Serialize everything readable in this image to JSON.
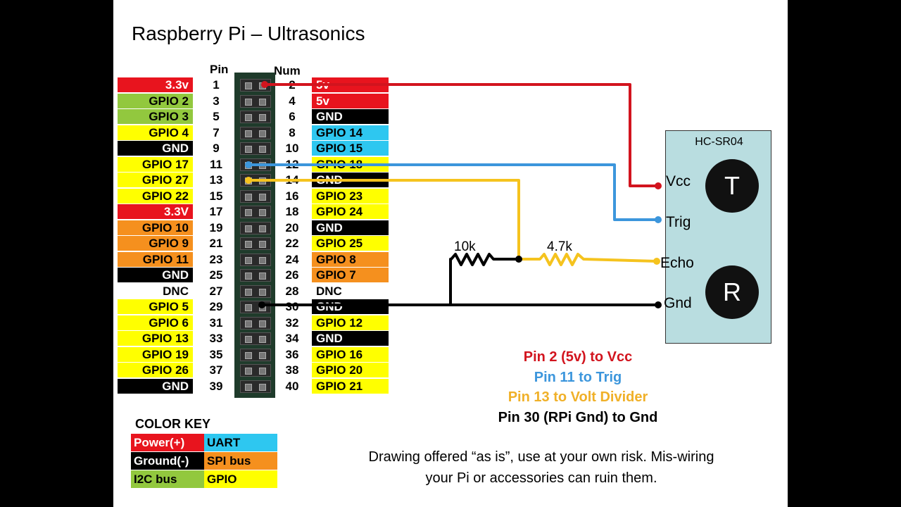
{
  "title": "Raspberry Pi – Ultrasonics",
  "header_labels": {
    "pin": "Pin",
    "num": "Num"
  },
  "colors": {
    "power": "#e8141e",
    "ground": "#000000",
    "i2c": "#92c83e",
    "uart": "#2ec7f0",
    "spi": "#f5901e",
    "gpio": "#ffff00",
    "dnc": "#ffffff",
    "wire_red": "#d2141e",
    "wire_blue": "#3c96dc",
    "wire_yellow": "#f5c31e",
    "wire_black": "#000000",
    "sensor_bg": "#b9dde0"
  },
  "left_pins": [
    {
      "label": "3.3v",
      "num": "1",
      "type": "power"
    },
    {
      "label": "GPIO  2",
      "num": "3",
      "type": "i2c"
    },
    {
      "label": "GPIO  3",
      "num": "5",
      "type": "i2c"
    },
    {
      "label": "GPIO  4",
      "num": "7",
      "type": "gpio"
    },
    {
      "label": "GND",
      "num": "9",
      "type": "ground"
    },
    {
      "label": "GPIO 17",
      "num": "11",
      "type": "gpio"
    },
    {
      "label": "GPIO 27",
      "num": "13",
      "type": "gpio"
    },
    {
      "label": "GPIO 22",
      "num": "15",
      "type": "gpio"
    },
    {
      "label": "3.3V",
      "num": "17",
      "type": "power"
    },
    {
      "label": "GPIO 10",
      "num": "19",
      "type": "spi"
    },
    {
      "label": "GPIO  9",
      "num": "21",
      "type": "spi"
    },
    {
      "label": "GPIO 11",
      "num": "23",
      "type": "spi"
    },
    {
      "label": "GND",
      "num": "25",
      "type": "ground"
    },
    {
      "label": "DNC",
      "num": "27",
      "type": "dnc"
    },
    {
      "label": "GPIO  5",
      "num": "29",
      "type": "gpio"
    },
    {
      "label": "GPIO  6",
      "num": "31",
      "type": "gpio"
    },
    {
      "label": "GPIO 13",
      "num": "33",
      "type": "gpio"
    },
    {
      "label": "GPIO 19",
      "num": "35",
      "type": "gpio"
    },
    {
      "label": "GPIO 26",
      "num": "37",
      "type": "gpio"
    },
    {
      "label": "GND",
      "num": "39",
      "type": "ground"
    }
  ],
  "right_pins": [
    {
      "label": "5v",
      "num": "2",
      "type": "power"
    },
    {
      "label": "5v",
      "num": "4",
      "type": "power"
    },
    {
      "label": "GND",
      "num": "6",
      "type": "ground"
    },
    {
      "label": "GPIO 14",
      "num": "8",
      "type": "uart"
    },
    {
      "label": "GPIO 15",
      "num": "10",
      "type": "uart"
    },
    {
      "label": "GPIO 18",
      "num": "12",
      "type": "gpio"
    },
    {
      "label": "GND",
      "num": "14",
      "type": "ground"
    },
    {
      "label": "GPIO 23",
      "num": "16",
      "type": "gpio"
    },
    {
      "label": "GPIO 24",
      "num": "18",
      "type": "gpio"
    },
    {
      "label": "GND",
      "num": "20",
      "type": "ground"
    },
    {
      "label": "GPIO 25",
      "num": "22",
      "type": "gpio"
    },
    {
      "label": "GPIO  8",
      "num": "24",
      "type": "spi"
    },
    {
      "label": "GPIO  7",
      "num": "26",
      "type": "spi"
    },
    {
      "label": "DNC",
      "num": "28",
      "type": "dnc"
    },
    {
      "label": "GND",
      "num": "30",
      "type": "ground"
    },
    {
      "label": "GPIO 12",
      "num": "32",
      "type": "gpio"
    },
    {
      "label": "GND",
      "num": "34",
      "type": "ground"
    },
    {
      "label": "GPIO 16",
      "num": "36",
      "type": "gpio"
    },
    {
      "label": "GPIO 20",
      "num": "38",
      "type": "gpio"
    },
    {
      "label": "GPIO 21",
      "num": "40",
      "type": "gpio"
    }
  ],
  "sensor": {
    "name": "HC-SR04",
    "labels": {
      "vcc": "Vcc",
      "trig": "Trig",
      "echo": "Echo",
      "gnd": "Gnd"
    },
    "transmitter": "T",
    "receiver": "R"
  },
  "resistors": {
    "r1": "10k",
    "r2": "4.7k"
  },
  "instructions": {
    "vcc": "Pin 2 (5v) to Vcc",
    "trig": "Pin 11 to Trig",
    "echo": "Pin 13 to Volt Divider",
    "gnd": "Pin 30 (RPi Gnd) to Gnd"
  },
  "color_key": {
    "title": "COLOR KEY",
    "items": [
      {
        "label": "Power(+)",
        "type": "power"
      },
      {
        "label": "UART",
        "type": "uart"
      },
      {
        "label": "Ground(-)",
        "type": "ground"
      },
      {
        "label": "SPI bus",
        "type": "spi"
      },
      {
        "label": "I2C bus",
        "type": "i2c"
      },
      {
        "label": "GPIO",
        "type": "gpio"
      }
    ]
  },
  "disclaimer": {
    "line1": "Drawing offered “as is”, use at your own risk.  Mis-wiring",
    "line2": "your Pi or accessories can ruin them."
  }
}
